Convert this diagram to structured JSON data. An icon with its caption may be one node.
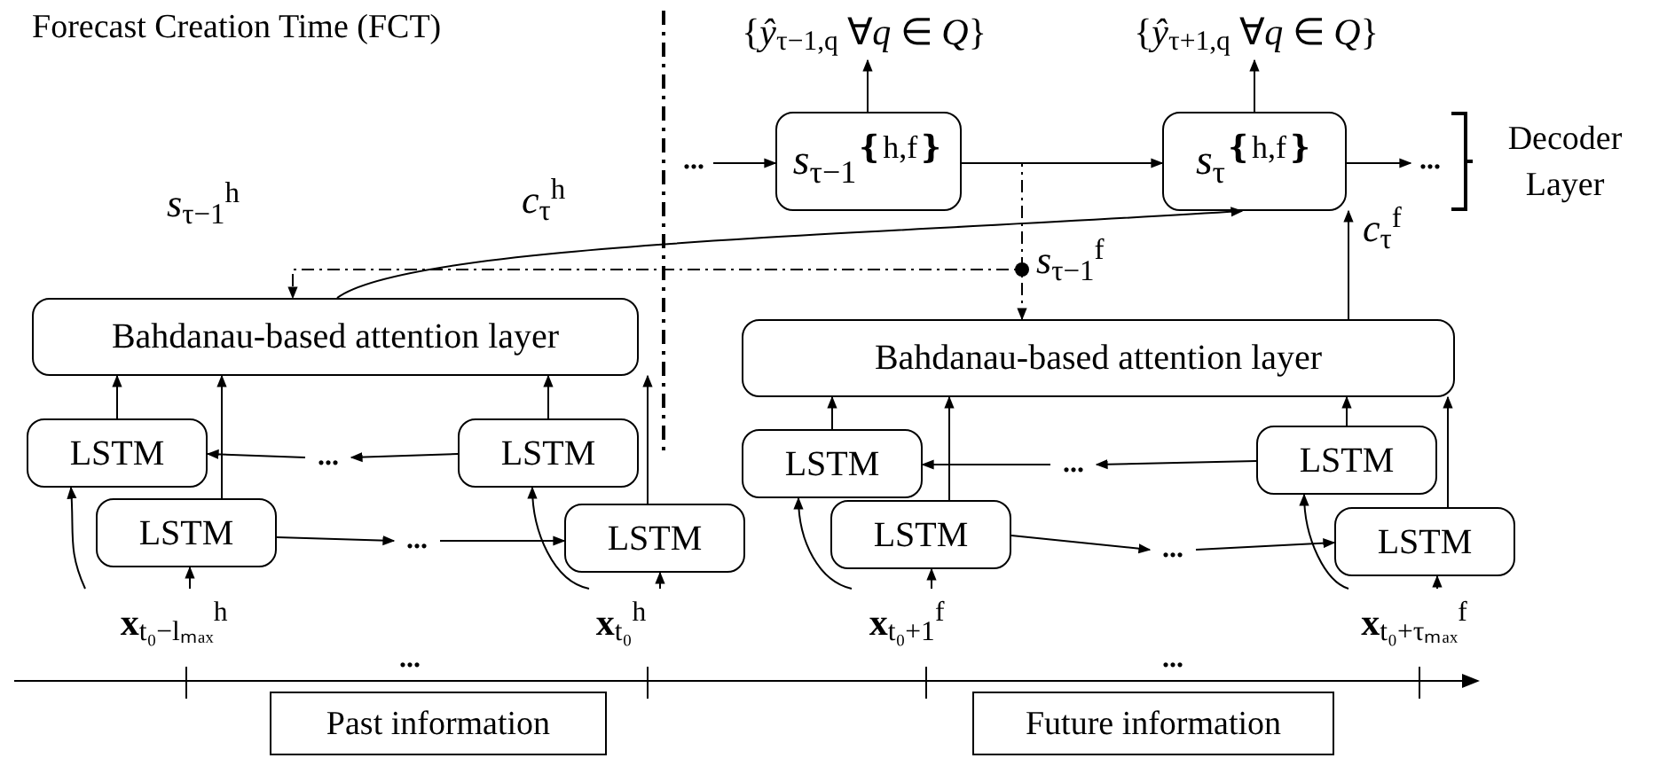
{
  "diagram": {
    "nodes": [
      {
        "text": [
          "*s*$_{τ−1}$$^{❴h,f❵}$"
        ]
      },
      {
        "text": [
          "*s*$_{τ}$$^{❴h,f❵}$"
        ]
      },
      {
        "text": [
          "{*ŷ*$_{τ−1,q}$ ∀*q* ∈ *Q*}"
        ]
      },
      {
        "text": [
          "{*ŷ*$_{τ+1,q}$ ∀*q* ∈ *Q*}"
        ]
      },
      {
        "text": [
          "..."
        ]
      },
      {
        "text": [
          "..."
        ]
      },
      {
        "text": [
          "Bahdanau-based attention layer"
        ]
      },
      {
        "text": [
          "Bahdanau-based attention layer"
        ]
      },
      {
        "text": [
          "LSTM"
        ]
      },
      {
        "text": [
          "LSTM"
        ]
      },
      {
        "text": [
          "LSTM"
        ]
      },
      {
        "text": [
          "LSTM"
        ]
      },
      {
        "text": [
          "LSTM"
        ]
      },
      {
        "text": [
          "LSTM"
        ]
      },
      {
        "text": [
          "LSTM"
        ]
      },
      {
        "text": [
          "LSTM"
        ]
      },
      {
        "text": [
          "..."
        ]
      },
      {
        "text": [
          "..."
        ]
      },
      {
        "text": [
          "..."
        ]
      },
      {
        "text": [
          "..."
        ]
      },
      {
        "text": [
          "**x**$_{t₀−lₘₐₓ}$$^{h}$"
        ]
      },
      {
        "text": [
          "**x**$_{t₀}$$^{h}$"
        ]
      },
      {
        "text": [
          "**x**$_{t₀+1}$$^{f}$"
        ]
      },
      {
        "text": [
          "**x**$_{t₀+τₘₐₓ}$$^{f}$"
        ]
      },
      {
        "text": [
          "Past information"
        ]
      },
      {
        "text": [
          "Future information"
        ]
      }
    ],
    "edges": [
      {
        "from": 4,
        "to": 0,
        "arrow": "to"
      },
      {
        "from": 0,
        "to": 1,
        "arrow": "to"
      },
      {
        "from": 1,
        "to": 5,
        "arrow": "to"
      },
      {
        "from": 0,
        "to": 2,
        "arrow": "to"
      },
      {
        "from": 1,
        "to": 3,
        "arrow": "to"
      },
      {
        "from": 0,
        "to": 6,
        "arrow": "to",
        "style": "dashed",
        "label": "*s*$_{τ−1}$$^{h}$"
      },
      {
        "from": 0,
        "to": 7,
        "arrow": "to",
        "style": "dashed",
        "label": "*s*$_{τ−1}$$^{f}$"
      },
      {
        "from": 6,
        "to": 1,
        "arrow": "to",
        "label": "*c*$_{τ}$$^{h}$"
      },
      {
        "from": 7,
        "to": 1,
        "arrow": "to",
        "label": "*c*$_{τ}$$^{f}$"
      },
      {
        "from": 8,
        "to": 6,
        "arrow": "to"
      },
      {
        "from": 10,
        "to": 6,
        "arrow": "to"
      },
      {
        "from": 9,
        "to": 6,
        "arrow": "to"
      },
      {
        "from": 11,
        "to": 6,
        "arrow": "to"
      },
      {
        "from": 9,
        "to": 16,
        "arrow": "to"
      },
      {
        "from": 16,
        "to": 8,
        "arrow": "to"
      },
      {
        "from": 10,
        "to": 17,
        "arrow": "to"
      },
      {
        "from": 17,
        "to": 11,
        "arrow": "to"
      },
      {
        "from": 20,
        "to": 10,
        "arrow": "to"
      },
      {
        "from": 20,
        "to": 8,
        "arrow": "to"
      },
      {
        "from": 21,
        "to": 11,
        "arrow": "to"
      },
      {
        "from": 21,
        "to": 9,
        "arrow": "to"
      },
      {
        "from": 12,
        "to": 7,
        "arrow": "to"
      },
      {
        "from": 14,
        "to": 7,
        "arrow": "to"
      },
      {
        "from": 13,
        "to": 7,
        "arrow": "to"
      },
      {
        "from": 15,
        "to": 7,
        "arrow": "to"
      },
      {
        "from": 13,
        "to": 18,
        "arrow": "to"
      },
      {
        "from": 18,
        "to": 12,
        "arrow": "to"
      },
      {
        "from": 14,
        "to": 19,
        "arrow": "to"
      },
      {
        "from": 19,
        "to": 15,
        "arrow": "to"
      },
      {
        "from": 22,
        "to": 14,
        "arrow": "to"
      },
      {
        "from": 22,
        "to": 12,
        "arrow": "to"
      },
      {
        "from": 23,
        "to": 15,
        "arrow": "to"
      },
      {
        "from": 23,
        "to": 13,
        "arrow": "to"
      }
    ],
    "labels": [
      "Forecast Creation Time (FCT)",
      "Decoder Layer",
      "...",
      "..."
    ]
  }
}
